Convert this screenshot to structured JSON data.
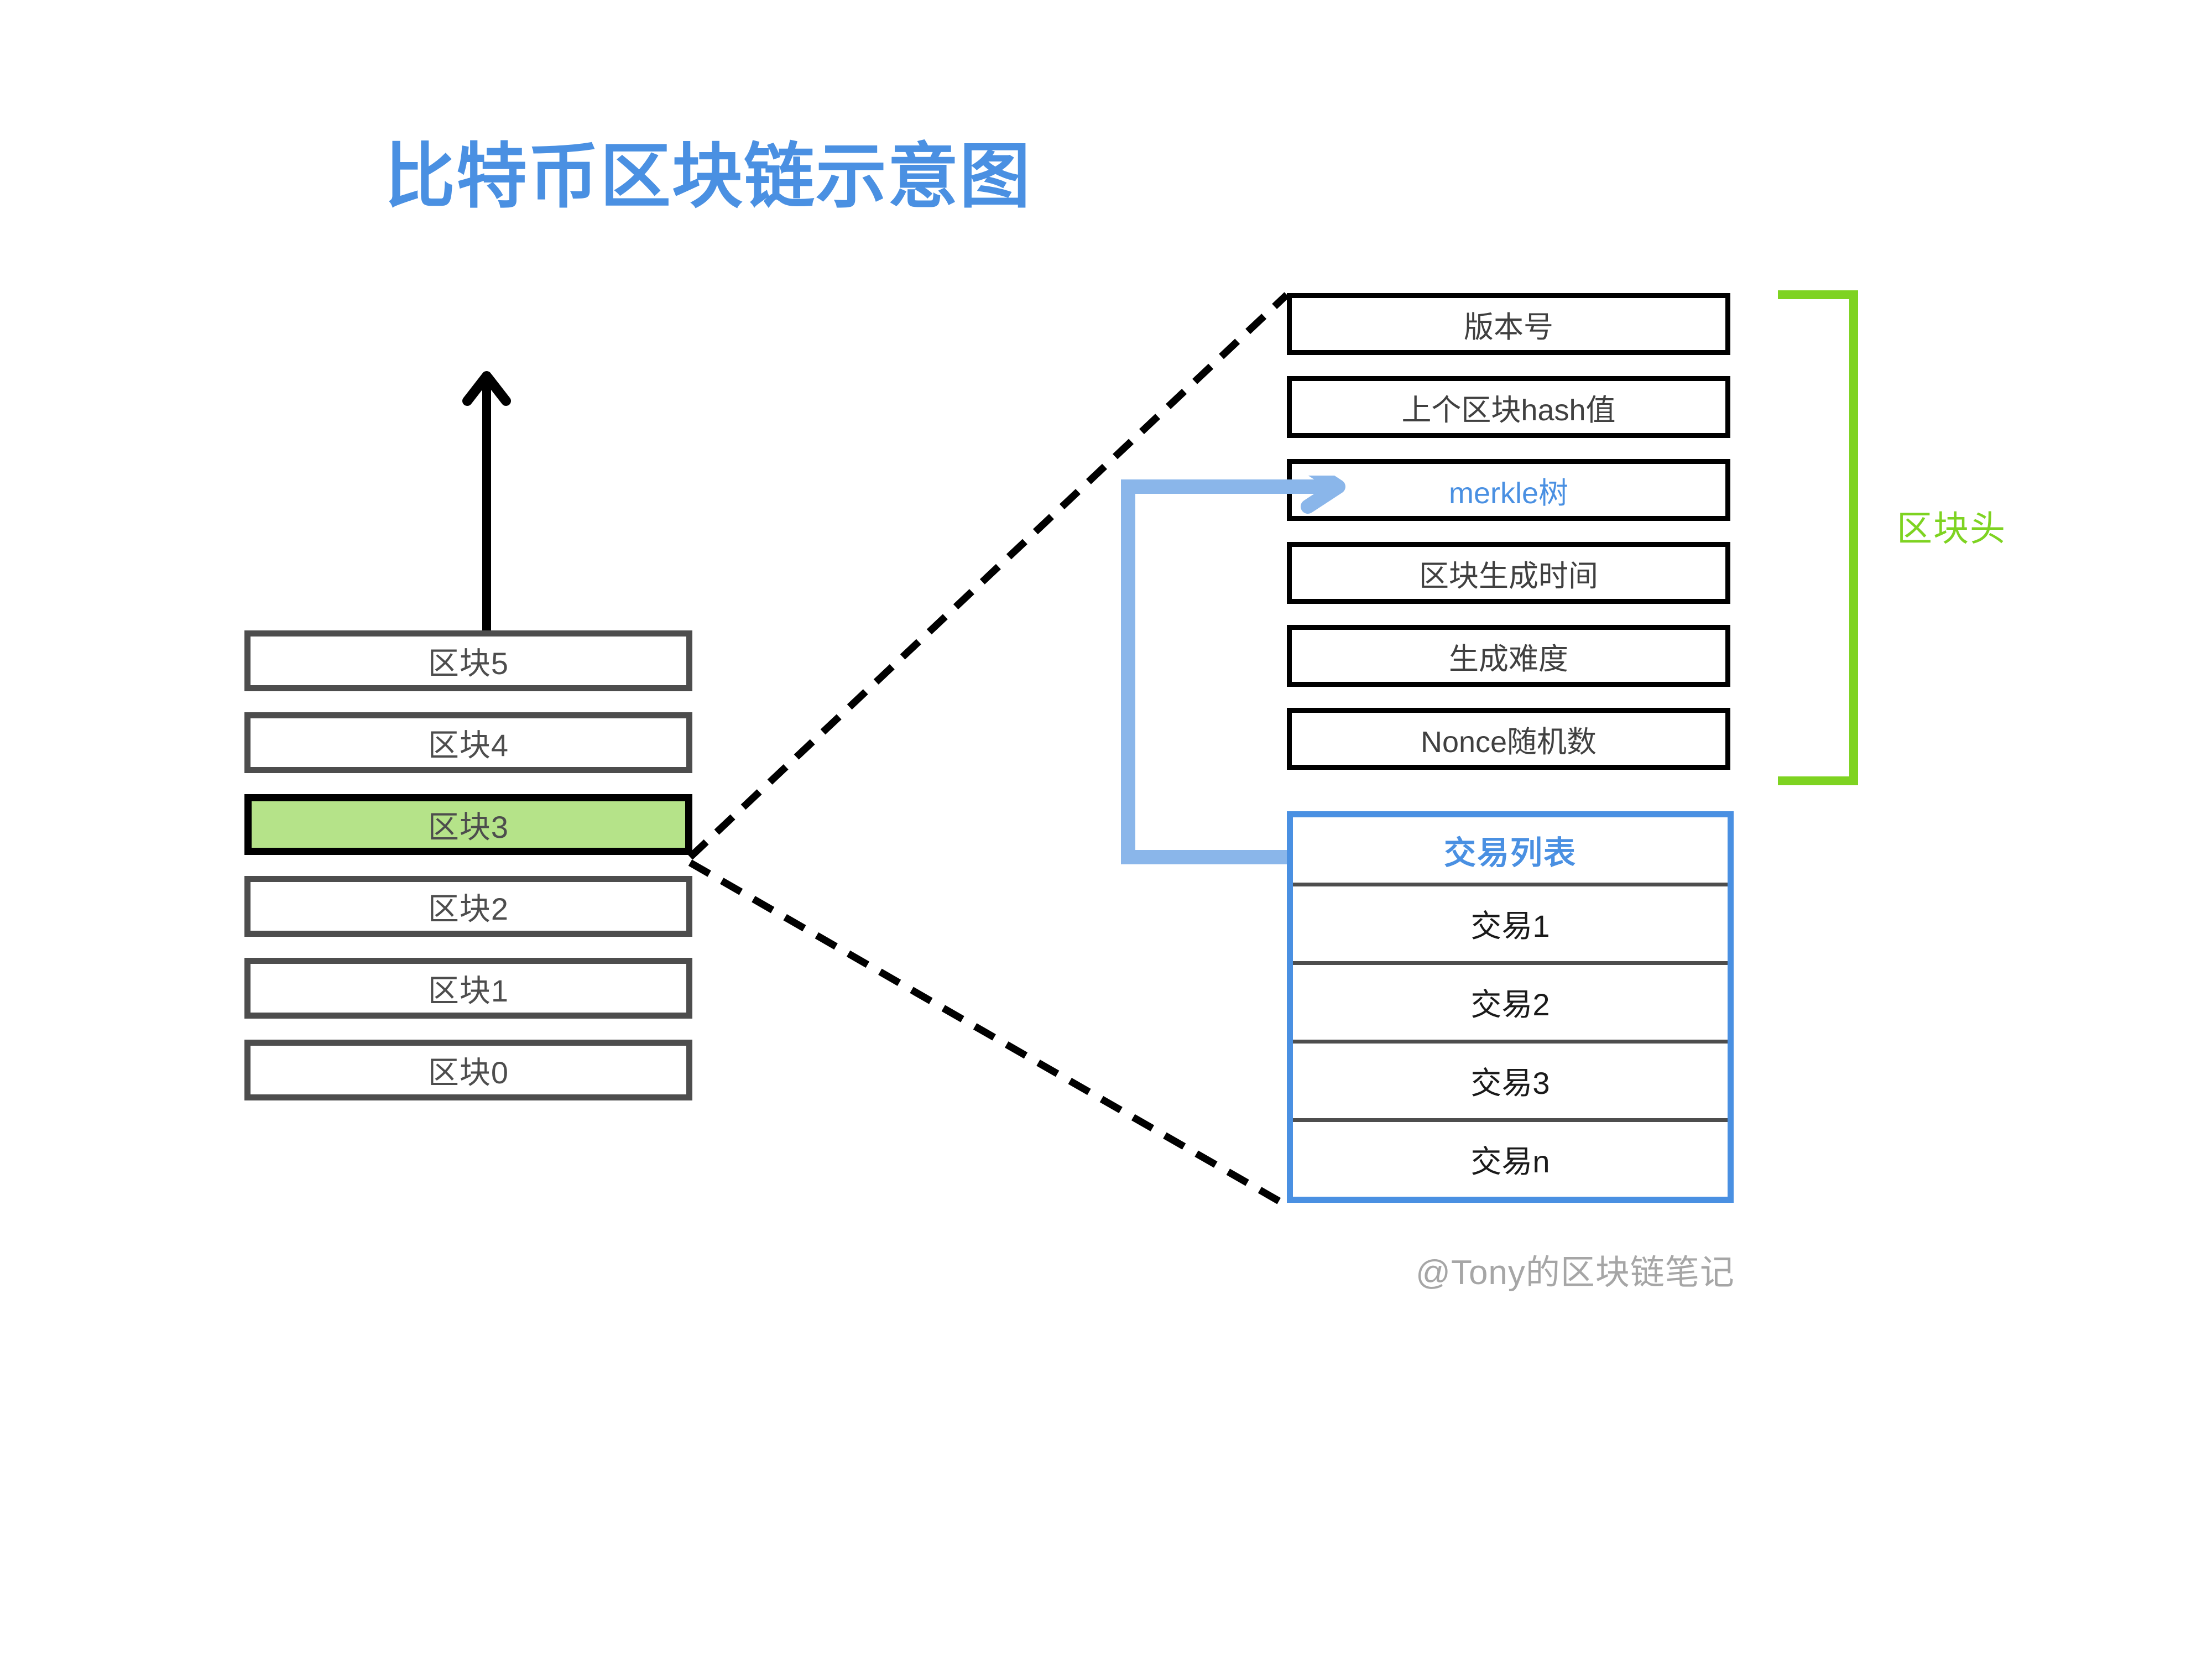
{
  "title": "比特币区块链示意图",
  "chain": {
    "blocks": [
      {
        "label": "区块5",
        "highlighted": false
      },
      {
        "label": "区块4",
        "highlighted": false
      },
      {
        "label": "区块3",
        "highlighted": true
      },
      {
        "label": "区块2",
        "highlighted": false
      },
      {
        "label": "区块1",
        "highlighted": false
      },
      {
        "label": "区块0",
        "highlighted": false
      }
    ]
  },
  "block_header": {
    "rows": [
      {
        "label": "版本号",
        "accent": false
      },
      {
        "label": "上个区块hash值",
        "accent": false
      },
      {
        "label": "merkle树",
        "accent": true
      },
      {
        "label": "区块生成时间",
        "accent": false
      },
      {
        "label": "生成难度",
        "accent": false
      },
      {
        "label": "Nonce随机数",
        "accent": false
      }
    ],
    "bracket_label": "区块头"
  },
  "transaction_list": {
    "header": "交易列表",
    "rows": [
      "交易1",
      "交易2",
      "交易3",
      "交易n"
    ]
  },
  "watermark": "@Tony的区块链笔记",
  "colors": {
    "title_blue": "#4a90e2",
    "accent_blue": "#4a90e2",
    "arrow_blue": "#8ab6ea",
    "bracket_green": "#7ed321",
    "highlight_green": "#b5e389",
    "block_border_gray": "#4d4d4d",
    "header_border_black": "#000000",
    "watermark_gray": "#a6a6a6"
  }
}
